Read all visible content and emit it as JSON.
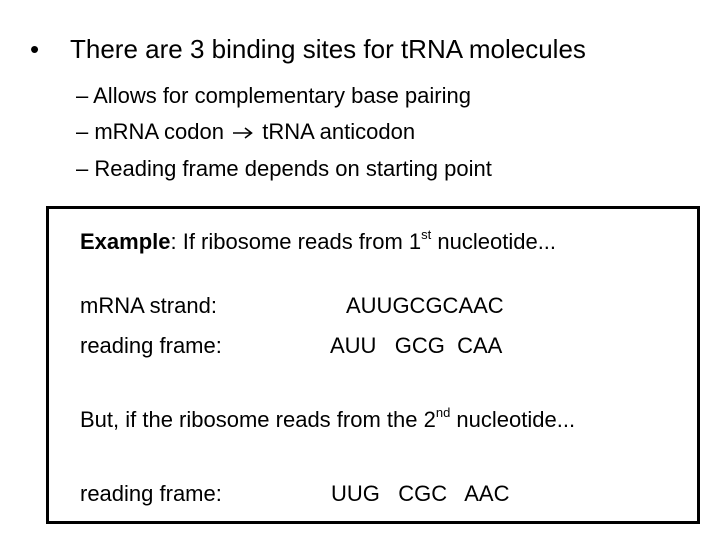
{
  "bullet": {
    "marker": "•",
    "text": "There are 3 binding sites for tRNA molecules"
  },
  "sub_items": [
    {
      "text": "– Allows for complementary base pairing"
    },
    {
      "prefix": "– mRNA codon",
      "icon": "right-arrow-icon",
      "suffix": "tRNA anticodon"
    },
    {
      "text": "– Reading frame depends on starting point"
    }
  ],
  "example": {
    "label": "Example",
    "intro_before": ": If ribosome reads from 1",
    "intro_sup": "st",
    "intro_after": " nucleotide...",
    "mrna_label": "mRNA  strand:",
    "mrna_value": "AUUGCGCAAC",
    "frame1_label": "reading frame:",
    "frame1_value": "AUU   GCG  CAA",
    "but_before": "But, if the ribosome reads from the 2",
    "but_sup": "nd",
    "but_after": " nucleotide...",
    "frame2_label": "reading frame:",
    "frame2_value": "UUG   CGC   AAC"
  }
}
